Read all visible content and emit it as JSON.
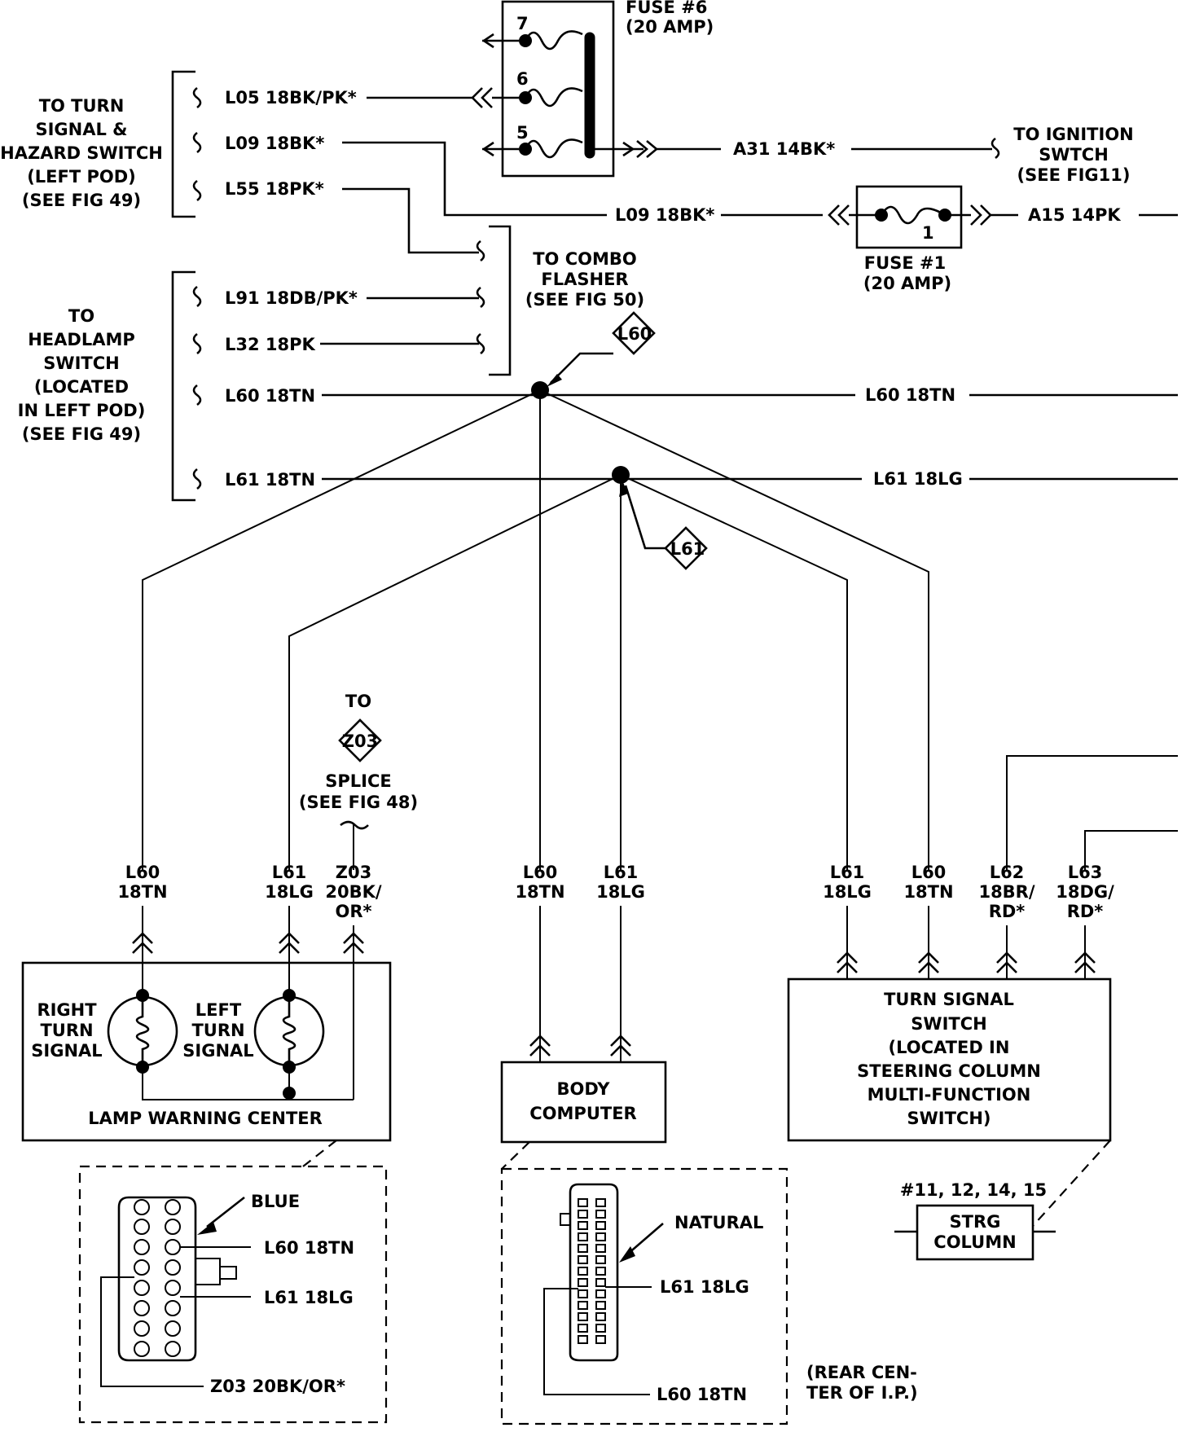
{
  "fuse6": {
    "title": "FUSE #6",
    "amp": "(20 AMP)",
    "pin7": "7",
    "pin6": "6",
    "pin5": "5"
  },
  "fuse1": {
    "title": "FUSE #1",
    "amp": "(20 AMP)",
    "pin": "1"
  },
  "turn_signal_hazard": {
    "line1": "TO TURN",
    "line2": "SIGNAL &",
    "line3": "HAZARD SWITCH",
    "line4": "(LEFT POD)",
    "line5": "(SEE FIG 49)"
  },
  "headlamp_switch": {
    "line1": "TO",
    "line2": "HEADLAMP",
    "line3": "SWITCH",
    "line4": "(LOCATED",
    "line5": "IN LEFT POD)",
    "line6": "(SEE FIG 49)"
  },
  "ignition": {
    "line1": "TO IGNITION",
    "line2": "SWTCH",
    "line3": "(SEE FIG11)"
  },
  "combo_flasher": {
    "line1": "TO COMBO",
    "line2": "FLASHER",
    "line3": "(SEE FIG 50)"
  },
  "wires": {
    "l05": "L05 18BK/PK*",
    "l09": "L09 18BK*",
    "l55": "L55 18PK*",
    "l09_b": "L09 18BK*",
    "a31": "A31 14BK*",
    "a15": "A15 14PK",
    "l91": "L91 18DB/PK*",
    "l32": "L32 18PK",
    "l60_left": "L60 18TN",
    "l60_right": "L60 18TN",
    "l61_left": "L61 18TN",
    "l61_right": "L61 18LG"
  },
  "splice_tags": {
    "l60": "L60",
    "l61": "L61",
    "z03": "Z03"
  },
  "z03_splice": {
    "to": "TO",
    "label": "SPLICE",
    "ref": "(SEE FIG 48)"
  },
  "conn_labels": {
    "lwc_l60": [
      "L60",
      "18TN"
    ],
    "lwc_l61": [
      "L61",
      "18LG"
    ],
    "lwc_z03": [
      "Z03",
      "20BK/",
      "OR*"
    ],
    "bc_l60": [
      "L60",
      "18TN"
    ],
    "bc_l61": [
      "L61",
      "18LG"
    ],
    "ts_l61": [
      "L61",
      "18LG"
    ],
    "ts_l60": [
      "L60",
      "18TN"
    ],
    "ts_l62": [
      "L62",
      "18BR/",
      "RD*"
    ],
    "ts_l63": [
      "L63",
      "18DG/",
      "RD*"
    ]
  },
  "lamp_warning_center": {
    "title": "LAMP WARNING CENTER",
    "right": [
      "RIGHT",
      "TURN",
      "SIGNAL"
    ],
    "left": [
      "LEFT",
      "TURN",
      "SIGNAL"
    ]
  },
  "body_computer": {
    "line1": "BODY",
    "line2": "COMPUTER"
  },
  "turn_signal_switch": {
    "line1": "TURN SIGNAL",
    "line2": "SWITCH",
    "line3": "(LOCATED IN",
    "line4": "STEERING COLUMN",
    "line5": "MULTI-FUNCTION",
    "line6": "SWITCH)"
  },
  "strg": {
    "line1": "STRG",
    "line2": "COLUMN",
    "refs": "#11, 12, 14, 15"
  },
  "lwc_connector": {
    "color": "BLUE",
    "pin_a": "L60 18TN",
    "pin_b": "L61 18LG",
    "pin_c": "Z03  20BK/OR*"
  },
  "bc_connector": {
    "color": "NATURAL",
    "pin_a": "L61 18LG",
    "pin_b": "L60 18TN"
  },
  "location_note": {
    "line1": "(REAR CEN-",
    "line2": "TER OF I.P.)"
  }
}
